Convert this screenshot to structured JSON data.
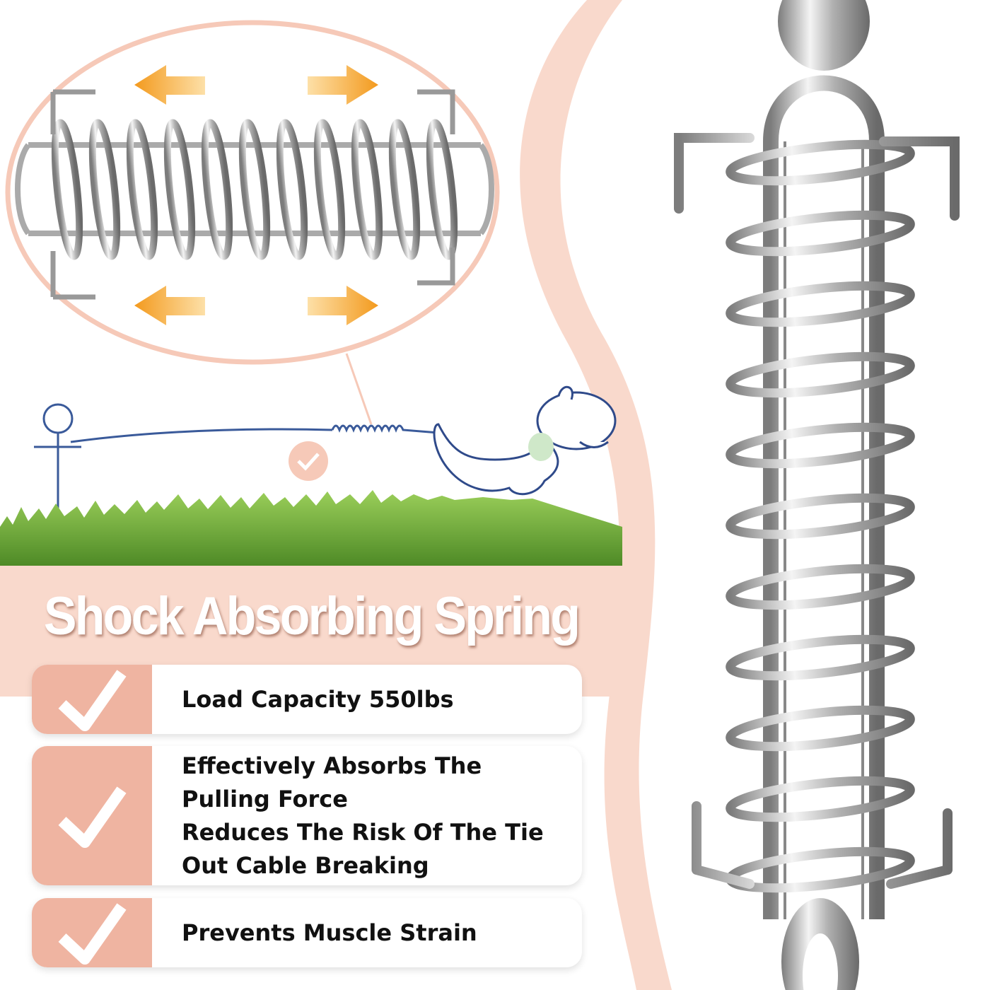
{
  "title": "Shock Absorbing Spring",
  "features": [
    {
      "lines": [
        "Load Capacity 550lbs"
      ]
    },
    {
      "lines": [
        "Effectively Absorbs The",
        "Pulling Force",
        "Reduces The Risk Of The Tie",
        "Out Cable Breaking"
      ]
    },
    {
      "lines": [
        "Prevents Muscle Strain"
      ]
    }
  ],
  "colors": {
    "accent_pink": "#efb4a1",
    "band_pink": "#f9d9cc",
    "arrow_orange": "#f39a1e",
    "grass": "#6fa83a"
  }
}
